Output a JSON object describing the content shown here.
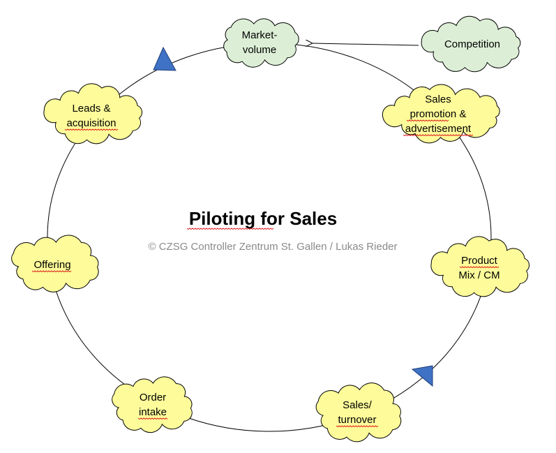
{
  "title": "Piloting for Sales",
  "copyright": "© CZSG Controller Zentrum St. Gallen / Lukas Rieder",
  "colors": {
    "green_cloud": "#dcefd6",
    "yellow_cloud": "#fdfb9a",
    "arrow_triangle": "#3f72c4",
    "line": "#000000",
    "spellcheck_underline": "#dd1111"
  },
  "nodes": {
    "market_volume": {
      "line1": "Market-",
      "line2": "volume"
    },
    "competition": {
      "line1": "Competition"
    },
    "sales_promotion": {
      "line1": "Sales",
      "line2": "promotion &",
      "line3": "advertisement"
    },
    "product_mix": {
      "line1": "Product",
      "line2": "Mix / CM"
    },
    "sales_turnover": {
      "line1": "Sales/",
      "line2": "turnover"
    },
    "order_intake": {
      "line1": "Order",
      "line2": "intake"
    },
    "offering": {
      "line1": "Offering"
    },
    "leads": {
      "line1": "Leads &",
      "line2": "acquisition"
    }
  }
}
